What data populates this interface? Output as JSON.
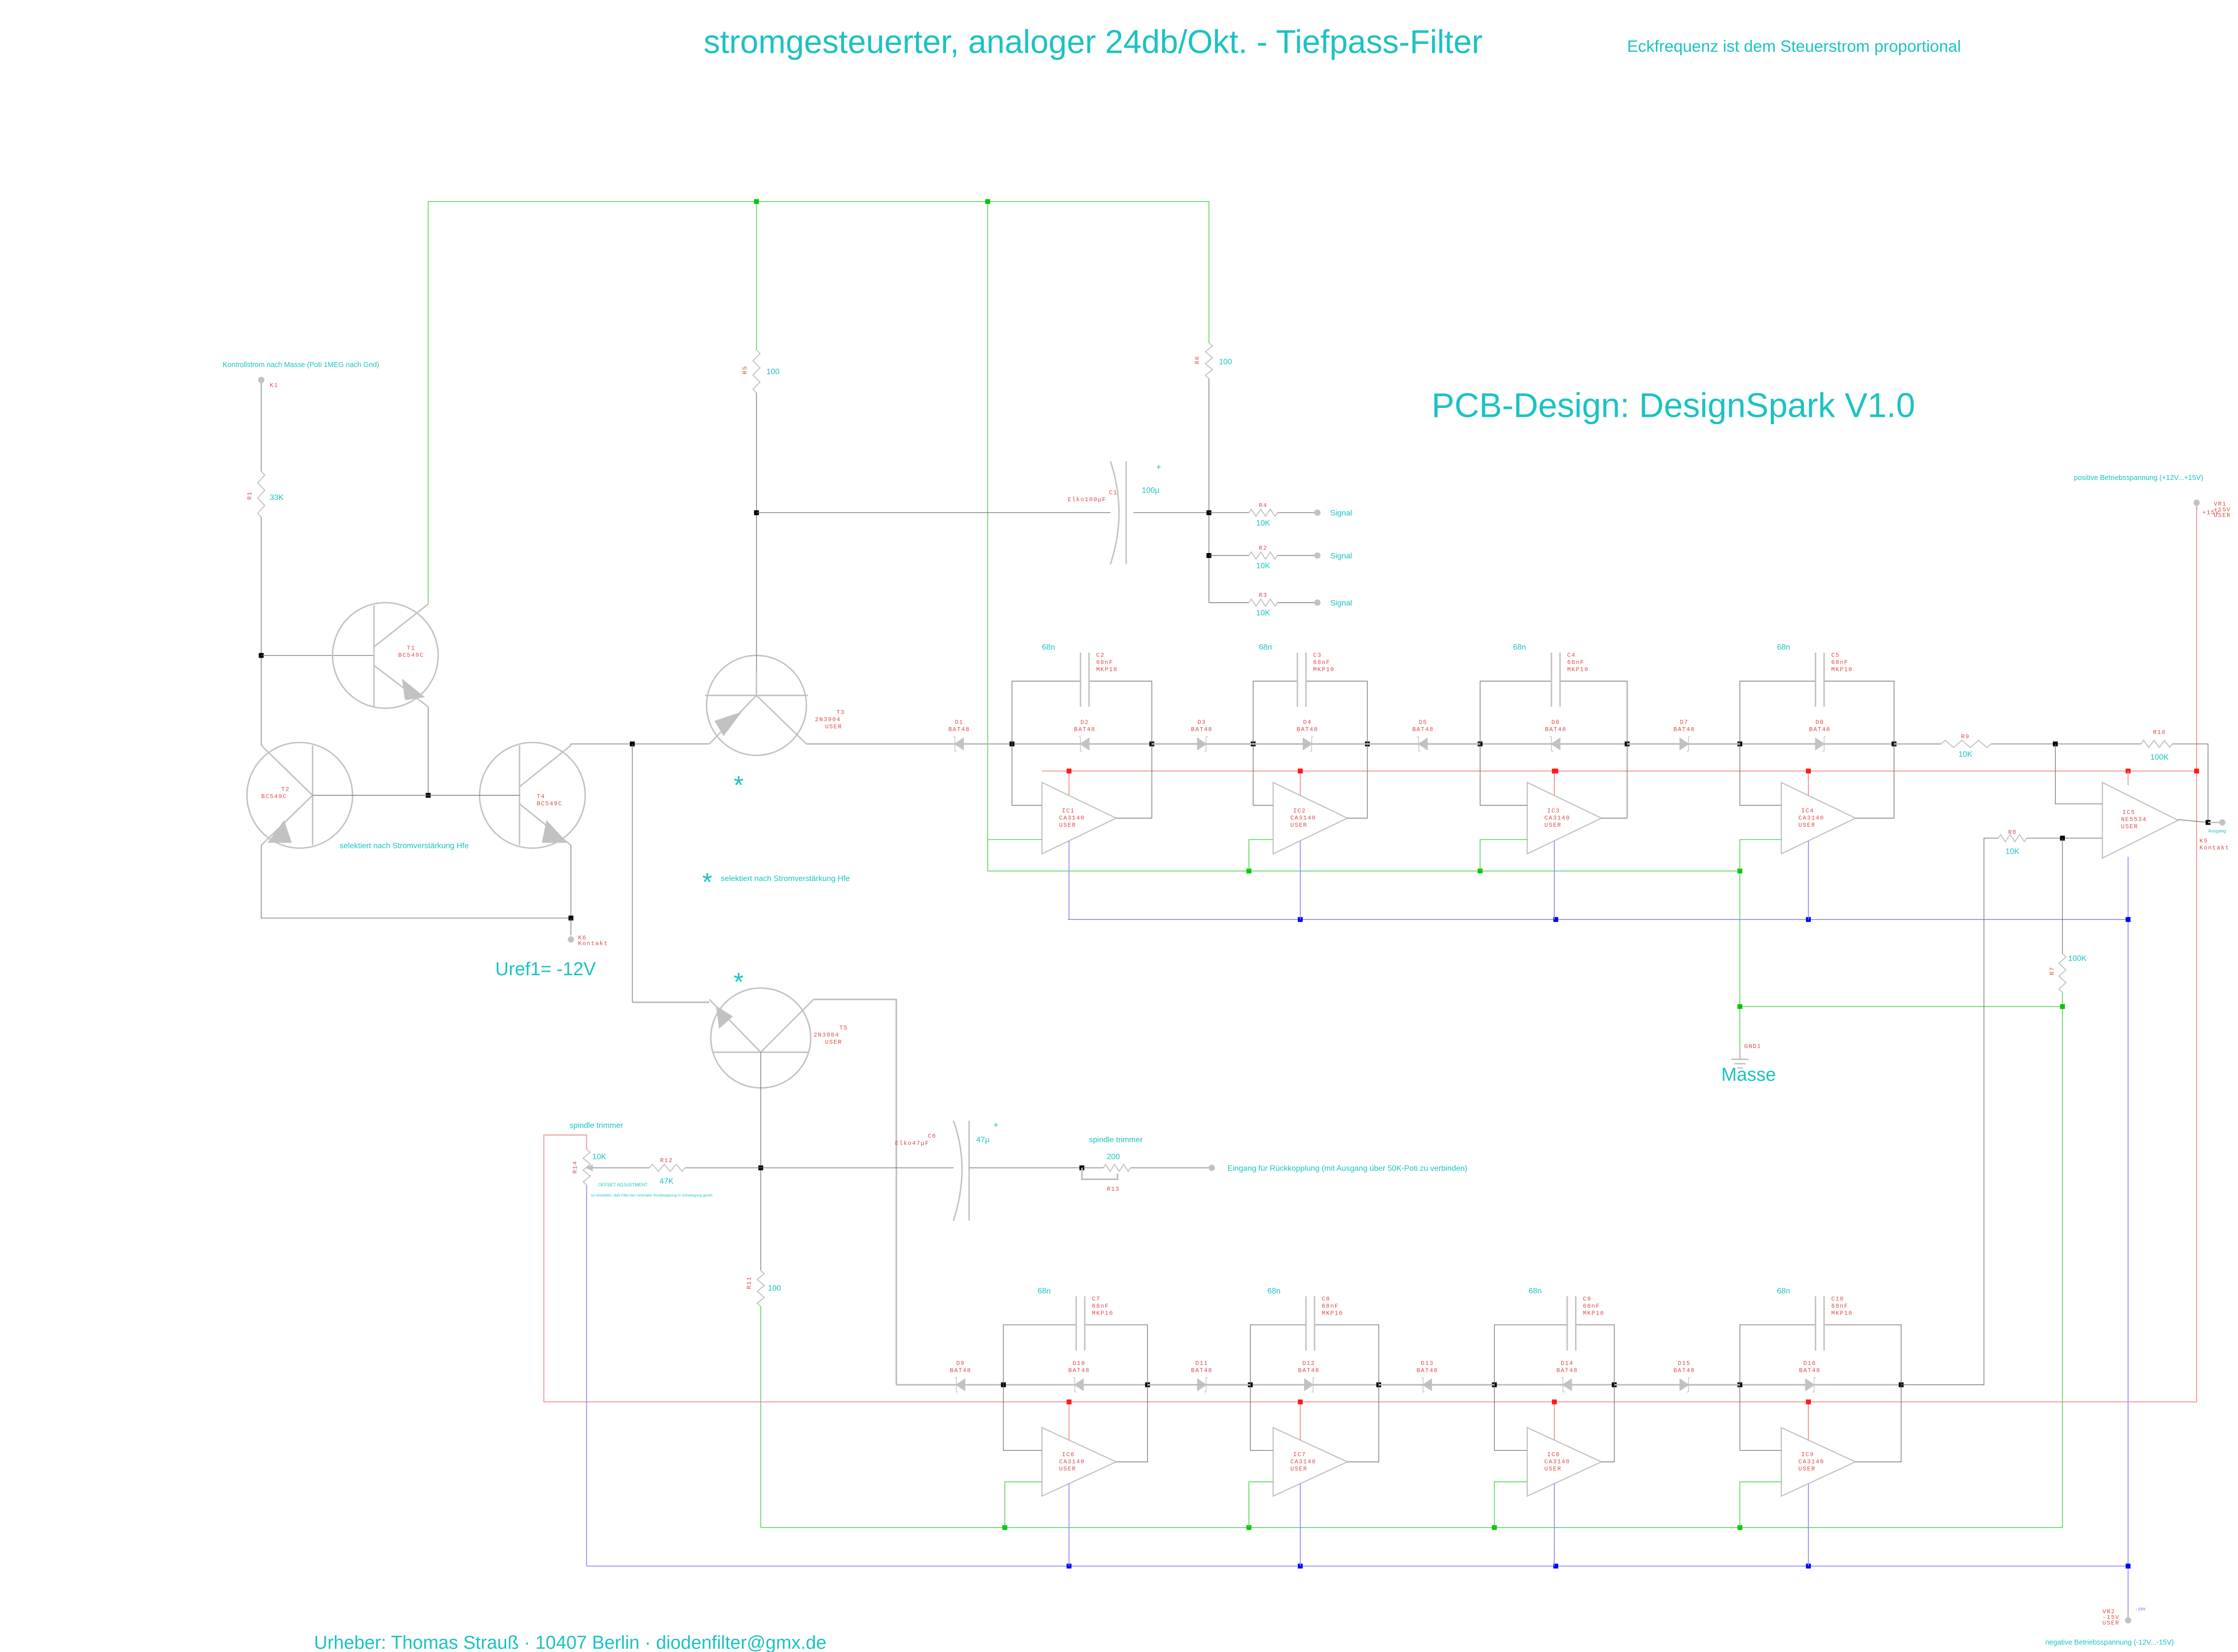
{
  "title": "stromgesteuerter, analoger 24db/Okt. - Tiefpass-Filter",
  "subtitle": "Eckfrequenz ist dem Steuerstrom proportional",
  "pcb_design": "PCB-Design: DesignSpark V1.0",
  "footer": "Urheber: Thomas Strauß · 10407 Berlin · diodenfilter@gmx.de",
  "notes": {
    "control_current": "Kontrollstrom nach Masse (Poti 1MEG nach Gnd)",
    "selected_pair": "selektiert nach Stromverstärkung Hfe",
    "star": "*",
    "selected_star": "selektiert nach Stromverstärkung Hfe",
    "uref": "Uref1= -12V",
    "masse": "Masse",
    "pos_supply": "positive Betriebsspannung (+12V...+15V)",
    "neg_supply": "negative Betriebsspannung (-12V...-15V)",
    "spindle_trimmer_1": "spindle trimmer",
    "spindle_trimmer_2": "spindle trimmer",
    "offset_adjustment": "OFFSET ADJUSTMENT",
    "offset_hint": "so einstellen, daß Filter bei minimaler Rückkopplung in Schwingung gerät!",
    "feedback_input": "Eingang für Rückkopplung (mit Ausgang über 50K-Poti zu verbinden)",
    "output": "Ausgang",
    "signal": [
      "Signal",
      "Signal",
      "Signal"
    ],
    "plus": "+"
  },
  "transistors": {
    "T1": {
      "ref": "T1",
      "part": "BC549C"
    },
    "T2": {
      "ref": "T2",
      "part": "BC549C"
    },
    "T3": {
      "ref": "T3",
      "part": "2N3904",
      "pkg": "USER"
    },
    "T4": {
      "ref": "T4",
      "part": "BC549C"
    },
    "T5": {
      "ref": "T5",
      "part": "2N3904",
      "pkg": "USER"
    }
  },
  "resistors": {
    "R1": {
      "ref": "R1",
      "value": "33K"
    },
    "R2": {
      "ref": "R2",
      "value": "10K"
    },
    "R3": {
      "ref": "R3",
      "value": "10K"
    },
    "R4": {
      "ref": "R4",
      "value": "10K"
    },
    "R5": {
      "ref": "R5",
      "value": "100"
    },
    "R6": {
      "ref": "R6",
      "value": "100"
    },
    "R7": {
      "ref": "R7",
      "value": "100K"
    },
    "R8": {
      "ref": "R8",
      "value": "10K"
    },
    "R9": {
      "ref": "R9",
      "value": "10K"
    },
    "R10": {
      "ref": "R10",
      "value": "100K"
    },
    "R11": {
      "ref": "R11",
      "value": "100"
    },
    "R12": {
      "ref": "R12",
      "value": "47K"
    },
    "R13": {
      "ref": "R13",
      "value": "200"
    },
    "R14": {
      "ref": "R14",
      "value": "10K"
    }
  },
  "electrolytics": {
    "C1": {
      "ref": "C1",
      "part": "Elko100µF",
      "value": "100µ"
    },
    "C6": {
      "ref": "C6",
      "part": "Elko47µF",
      "value": "47µ"
    }
  },
  "upper_stages": [
    {
      "cap_value": "68n",
      "cap_ref": "C2",
      "cap_part": "68nF",
      "cap_type": "MKP10",
      "d_in": "D1",
      "d_mid": "D2",
      "d_part": "BAT48",
      "ic_ref": "IC1",
      "ic_part": "CA3140",
      "ic_pkg": "USER"
    },
    {
      "cap_value": "68n",
      "cap_ref": "C3",
      "cap_part": "68nF",
      "cap_type": "MKP10",
      "d_in": "D3",
      "d_mid": "D4",
      "d_part": "BAT48",
      "ic_ref": "IC2",
      "ic_part": "CA3140",
      "ic_pkg": "USER"
    },
    {
      "cap_value": "68n",
      "cap_ref": "C4",
      "cap_part": "68nF",
      "cap_type": "MKP10",
      "d_in": "D5",
      "d_mid": "D6",
      "d_part": "BAT48",
      "ic_ref": "IC3",
      "ic_part": "CA3140",
      "ic_pkg": "USER"
    },
    {
      "cap_value": "68n",
      "cap_ref": "C5",
      "cap_part": "68nF",
      "cap_type": "MKP10",
      "d_in": "D7",
      "d_mid": "D8",
      "d_part": "BAT48",
      "ic_ref": "IC4",
      "ic_part": "CA3140",
      "ic_pkg": "USER"
    }
  ],
  "lower_stages": [
    {
      "cap_value": "68n",
      "cap_ref": "C7",
      "cap_part": "68nF",
      "cap_type": "MKP10",
      "d_in": "D9",
      "d_mid": "D10",
      "d_part": "BAT48",
      "ic_ref": "IC6",
      "ic_part": "CA3140",
      "ic_pkg": "USER"
    },
    {
      "cap_value": "68n",
      "cap_ref": "C8",
      "cap_part": "68nF",
      "cap_type": "MKP10",
      "d_in": "D11",
      "d_mid": "D12",
      "d_part": "BAT48",
      "ic_ref": "IC7",
      "ic_part": "CA3140",
      "ic_pkg": "USER"
    },
    {
      "cap_value": "68n",
      "cap_ref": "C9",
      "cap_part": "68nF",
      "cap_type": "MKP10",
      "d_in": "D13",
      "d_mid": "D14",
      "d_part": "BAT48",
      "ic_ref": "IC8",
      "ic_part": "CA3140",
      "ic_pkg": "USER"
    },
    {
      "cap_value": "68n",
      "cap_ref": "C10",
      "cap_part": "68nF",
      "cap_type": "MKP10",
      "d_in": "D15",
      "d_mid": "D16",
      "d_part": "BAT48",
      "ic_ref": "IC9",
      "ic_part": "CA3140",
      "ic_pkg": "USER"
    }
  ],
  "ic5": {
    "ref": "IC5",
    "part": "NE5534",
    "pkg": "USER"
  },
  "connectors": {
    "K1": {
      "ref": "K1"
    },
    "K5": {
      "ref": "K5",
      "type": "Kontakt"
    },
    "K6": {
      "ref": "K6",
      "type": "Kontakt"
    },
    "VR1": {
      "ref": "VR1",
      "value": "+15V",
      "pkg": "USER",
      "net": "+15V"
    },
    "VR2": {
      "ref": "VR2",
      "value": "-15V",
      "pkg": "USER",
      "net": "-15V"
    },
    "GND1": {
      "ref": "GND1"
    }
  },
  "colors": {
    "text": "#1cc2c2",
    "ref_labels": "#dd4b4b",
    "ground_net": "#57d057",
    "positive_net": "#f39a9a",
    "negative_net": "#8c8cf5"
  }
}
